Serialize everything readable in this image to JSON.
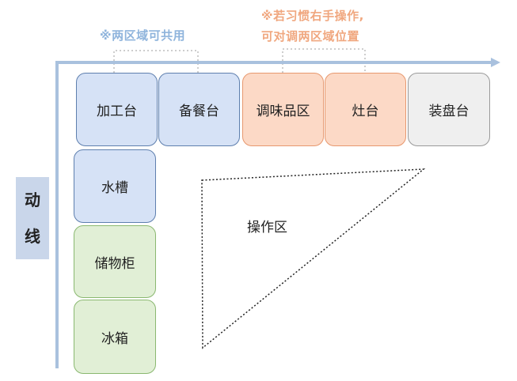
{
  "notes": {
    "shared": "※两区域可共用",
    "swap_line1": "※若习惯右手操作,",
    "swap_line2": "可对调两区域位置"
  },
  "axis_label": {
    "char1": "动",
    "char2": "线"
  },
  "top_row": [
    {
      "label": "加工台",
      "color": "#d6e2f6"
    },
    {
      "label": "备餐台",
      "color": "#d6e2f6"
    },
    {
      "label": "调味品区",
      "color": "#fcd9c6"
    },
    {
      "label": "灶台",
      "color": "#fcd9c6"
    },
    {
      "label": "装盘台",
      "color": "#efefef"
    }
  ],
  "left_column": [
    {
      "label": "水槽",
      "color": "#d6e2f6"
    },
    {
      "label": "储物柜",
      "color": "#e1efd6"
    },
    {
      "label": "冰箱",
      "color": "#e1efd6"
    }
  ],
  "work_zone": {
    "label": "操作区"
  },
  "colors": {
    "axis": "#a9c1de",
    "blue_note": "#8fb4dc",
    "orange_note": "#f0a77f"
  }
}
